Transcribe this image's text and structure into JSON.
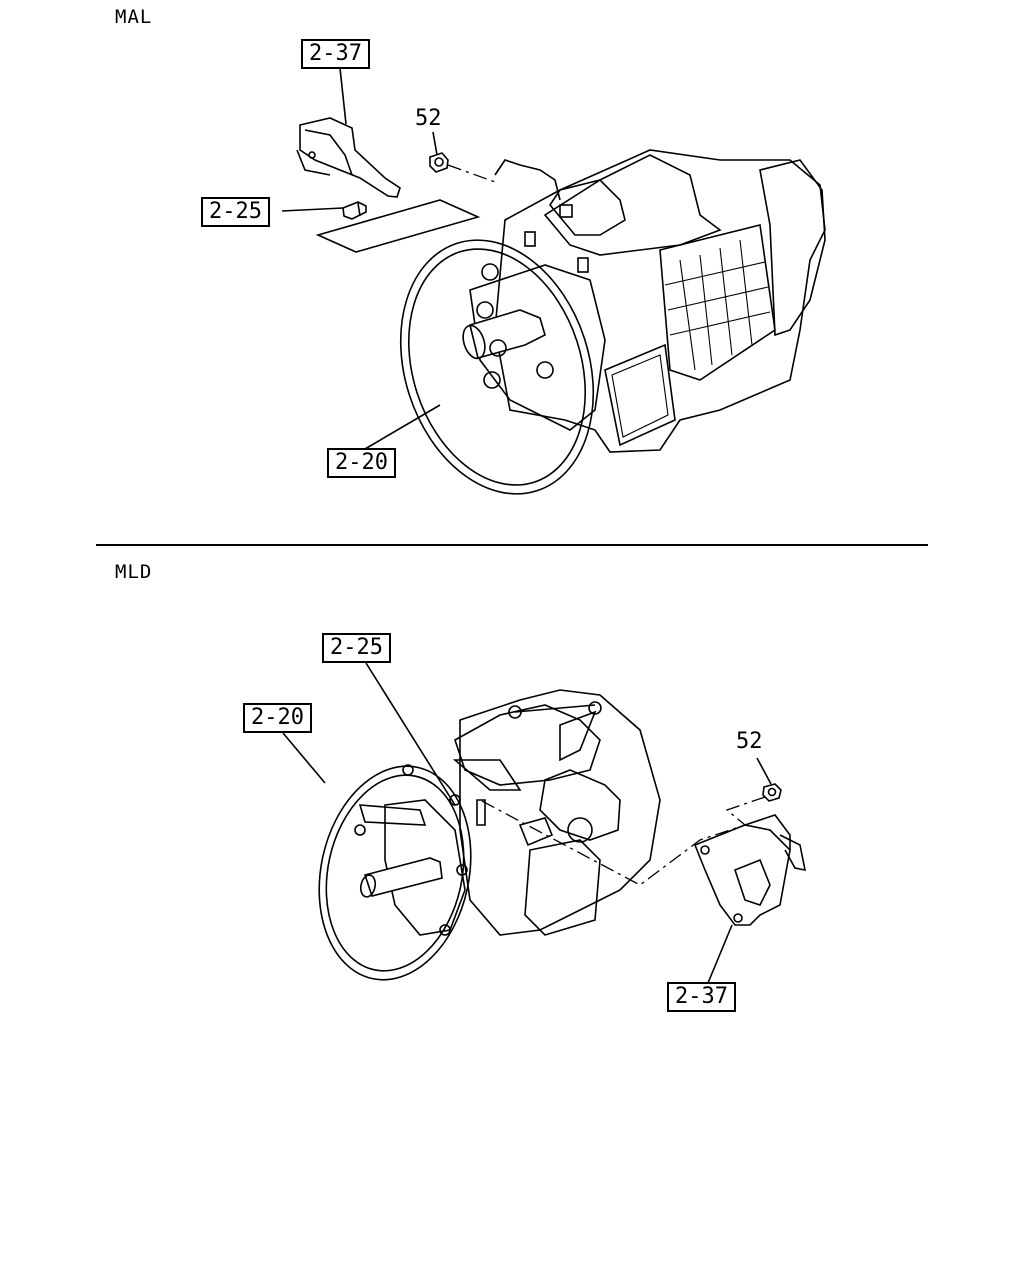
{
  "sections": {
    "top": {
      "label": "MAL",
      "callouts": {
        "bracket": "2-37",
        "stud": "2-25",
        "transmission": "2-20",
        "nut": "52"
      }
    },
    "bottom": {
      "label": "MLD",
      "callouts": {
        "bracket": "2-37",
        "stud": "2-25",
        "transmission": "2-20",
        "nut": "52"
      }
    }
  },
  "icons": [
    "transmission-drawing",
    "bracket-drawing",
    "nut-drawing",
    "stud-drawing"
  ]
}
